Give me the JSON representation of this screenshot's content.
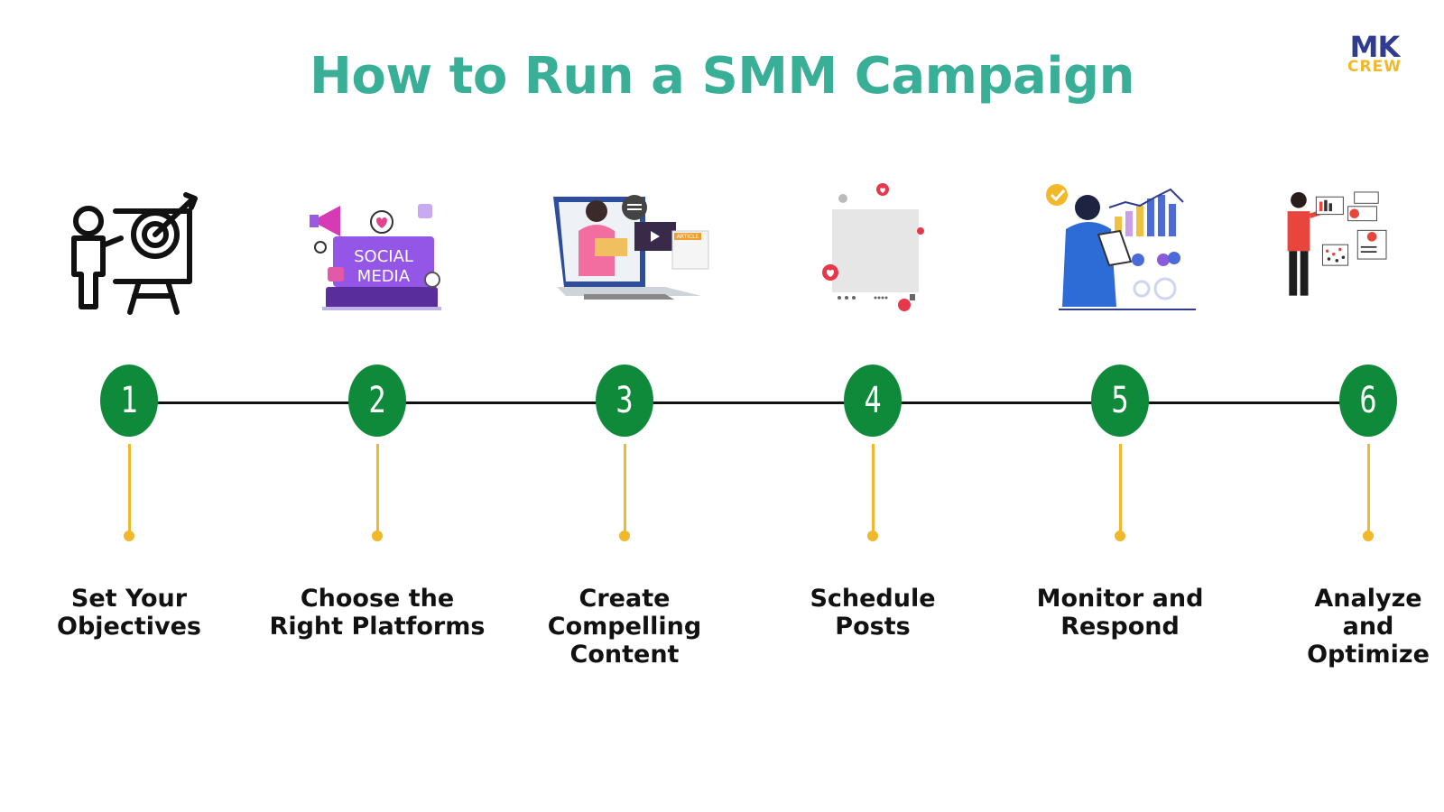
{
  "title": "How to Run a SMM Campaign",
  "logo": {
    "line1": "MK",
    "line2": "CREW"
  },
  "colors": {
    "title": "#3aaf98",
    "badge": "#0e8a3a",
    "stem": "#f0b82a",
    "logo_primary": "#2f3c8f",
    "logo_accent": "#f0b82a"
  },
  "illustration_texts": {
    "social_1": "SOCIAL",
    "social_2": "MEDIA",
    "article": "ARTICLE"
  },
  "steps": [
    {
      "number": "1",
      "label": "Set Your\nObjectives",
      "icon": "presentation-target-icon"
    },
    {
      "number": "2",
      "label": "Choose the\nRight Platforms",
      "icon": "social-media-icon"
    },
    {
      "number": "3",
      "label": "Create\nCompelling\nContent",
      "icon": "content-creation-icon"
    },
    {
      "number": "4",
      "label": "Schedule\nPosts",
      "icon": "social-post-icon"
    },
    {
      "number": "5",
      "label": "Monitor and\nRespond",
      "icon": "analytics-monitor-icon"
    },
    {
      "number": "6",
      "label": "Analyze\nand\nOptimize",
      "icon": "data-analysis-icon"
    }
  ]
}
